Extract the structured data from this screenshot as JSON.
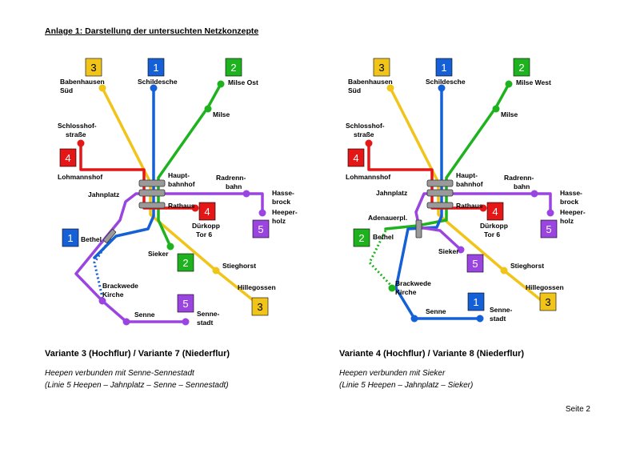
{
  "heading": "Anlage 1: Darstellung der untersuchten Netzkonzepte",
  "colors": {
    "line1": "#1560d6",
    "line2": "#1fb21f",
    "line3": "#f0c419",
    "line4": "#e41616",
    "line5": "#9b45e0",
    "station": "#9a9a9a"
  },
  "variants": [
    {
      "title": "Variante 3 (Hochflur) / Variante 7 (Niederflur)",
      "desc1": "Heepen verbunden mit Senne-Sennestadt",
      "desc2": "(Linie 5 Heepen – Jahnplatz – Senne – Sennestadt)",
      "stops": {
        "babenhausen1": "Babenhausen",
        "babenhausen2": "Süd",
        "schildesche": "Schildesche",
        "milse": "Milse Ost",
        "milse2": "Milse",
        "schlosshof1": "Schlosshof-",
        "schlosshof2": "straße",
        "lohmannshof": "Lohmannshof",
        "jahnplatz": "Jahnplatz",
        "haupt1": "Haupt-",
        "haupt2": "bahnhof",
        "rathaus": "Rathaus",
        "radrenn1": "Radrenn-",
        "radrenn2": "bahn",
        "hasse1": "Hasse-",
        "hasse2": "brock",
        "heeper1": "Heeper-",
        "heeper2": "holz",
        "durkopp1": "Dürkopp",
        "durkopp2": "Tor 6",
        "bethel": "Bethel",
        "sieker": "Sieker",
        "stieghorst": "Stieghorst",
        "hillegossen": "Hillegossen",
        "brackwede1": "Brackwede",
        "brackwede2": "Kirche",
        "senne": "Senne",
        "sennestadt1": "Senne-",
        "sennestadt2": "stadt"
      },
      "badges": {
        "b3": "3",
        "b1": "1",
        "b2": "2",
        "b4a": "4",
        "b4b": "4",
        "b1b": "1",
        "b2b": "2",
        "b5": "5",
        "b5b": "5",
        "b3b": "3"
      }
    },
    {
      "title": "Variante 4 (Hochflur) / Variante 8 (Niederflur)",
      "desc1": "Heepen verbunden mit Sieker",
      "desc2": "(Linie 5 Heepen – Jahnplatz – Sieker)",
      "stops": {
        "babenhausen1": "Babenhausen",
        "babenhausen2": "Süd",
        "schildesche": "Schildesche",
        "milse": "Milse West",
        "milse2": "Milse",
        "schlosshof1": "Schlosshof-",
        "schlosshof2": "straße",
        "lohmannshof": "Lohmannshof",
        "jahnplatz": "Jahnplatz",
        "haupt1": "Haupt-",
        "haupt2": "bahnhof",
        "rathaus": "Rathaus",
        "radrenn1": "Radrenn-",
        "radrenn2": "bahn",
        "hasse1": "Hasse-",
        "hasse2": "brock",
        "heeper1": "Heeper-",
        "heeper2": "holz",
        "durkopp1": "Dürkopp",
        "durkopp2": "Tor 6",
        "adenauer": "Adenauerpl.",
        "bethel": "Bethel",
        "sieker": "Sieker",
        "stieghorst": "Stieghorst",
        "hillegossen": "Hillegossen",
        "brackwede1": "Brackwede",
        "brackwede2": "Kirche",
        "senne": "Senne",
        "sennestadt1": "Senne-",
        "sennestadt2": "stadt"
      },
      "badges": {
        "b3": "3",
        "b1": "1",
        "b2": "2",
        "b4a": "4",
        "b4b": "4",
        "b2b": "2",
        "b5a": "5",
        "b5b": "5",
        "b1b": "1",
        "b3b": "3"
      }
    }
  ],
  "page_number": "Seite 2"
}
